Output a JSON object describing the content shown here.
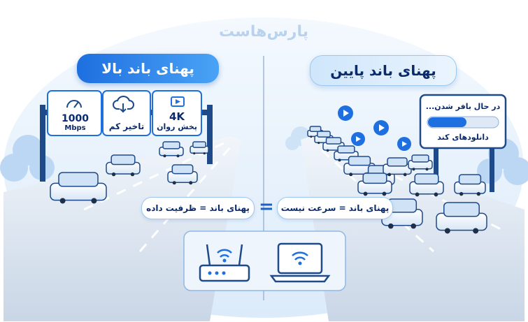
{
  "logo": {
    "text": "پارس‌هاست"
  },
  "high": {
    "title": "پهنای باند بالا",
    "signs": [
      {
        "icon": "speedometer-icon",
        "top": "1000",
        "bottom": "Mbps"
      },
      {
        "icon": "cloud-download-icon",
        "top": "",
        "bottom": "تاخیر کم"
      },
      {
        "icon": "play-icon",
        "top": "4K",
        "bottom": "پخش روان"
      }
    ],
    "caption": "پهنای باند = ظرفیت داده"
  },
  "equals": "=",
  "low": {
    "title": "پهنای باند پایین",
    "caption": "پهنای باند = سرعت نیست",
    "buffer": {
      "status": "در حال بافر شدن...",
      "label": "دانلودهای کند",
      "progress": 0.55
    }
  },
  "devices": [
    {
      "icon": "router-icon"
    },
    {
      "icon": "laptop-wifi-icon"
    }
  ],
  "colors": {
    "accent": "#1e6fe0",
    "light": "#e3f0fc",
    "dark": "#0a2a6b"
  }
}
